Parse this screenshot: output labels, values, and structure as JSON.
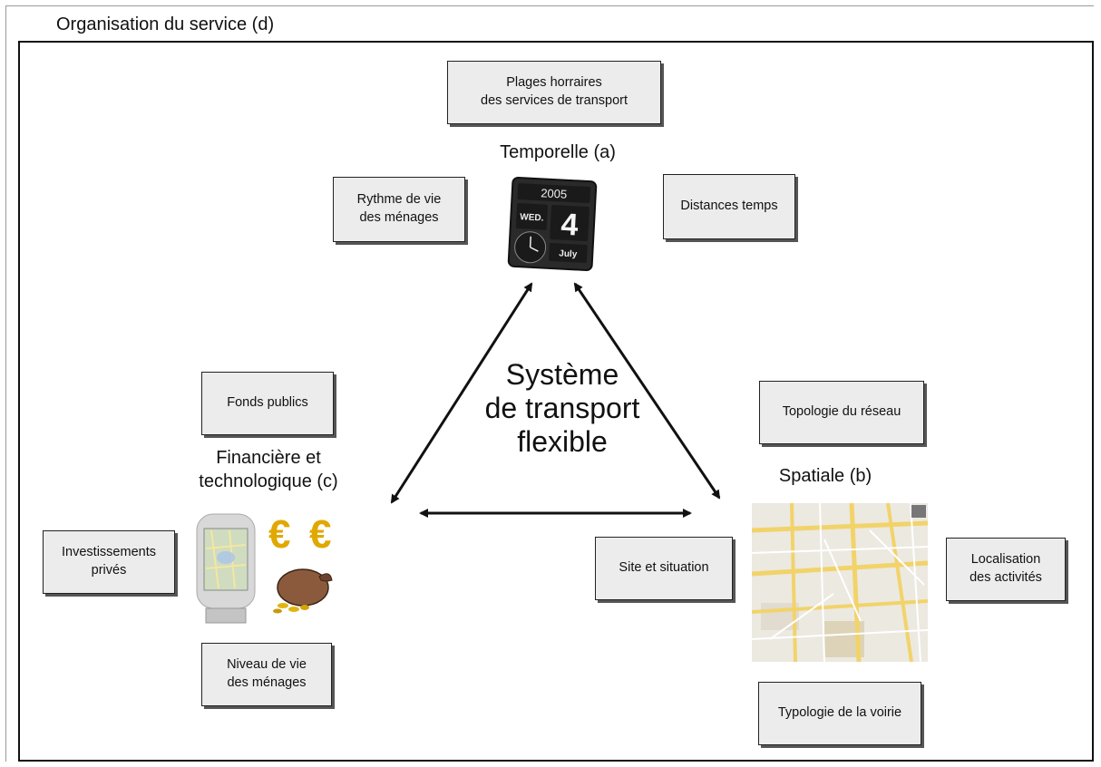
{
  "outer_title": "Organisation du service (d)",
  "center": {
    "label": "Système\nde transport\nflexible"
  },
  "temporelle": {
    "title": "Temporelle (a)",
    "boxes": {
      "plages": "Plages horraires\ndes services de transport",
      "rythme": "Rythme de vie\ndes ménages",
      "distances": "Distances temps"
    },
    "clock": {
      "year": "2005",
      "day": "WED.",
      "date": "4",
      "month": "July"
    }
  },
  "spatiale": {
    "title": "Spatiale (b)",
    "boxes": {
      "topologie": "Topologie du réseau",
      "site": "Site et situation",
      "localisation": "Localisation\ndes activités",
      "typologie": "Typologie de la voirie"
    }
  },
  "financiere": {
    "title": "Financière et\ntechnologique (c)",
    "boxes": {
      "fonds": "Fonds publics",
      "investissements": "Investissements\nprivés",
      "niveau": "Niveau de vie\ndes ménages"
    },
    "euro_symbol": "€"
  },
  "colors": {
    "box_fill": "#ececec",
    "box_border": "#222222",
    "euro_gold": "#e0a800",
    "map_road": "#f2d36a"
  }
}
